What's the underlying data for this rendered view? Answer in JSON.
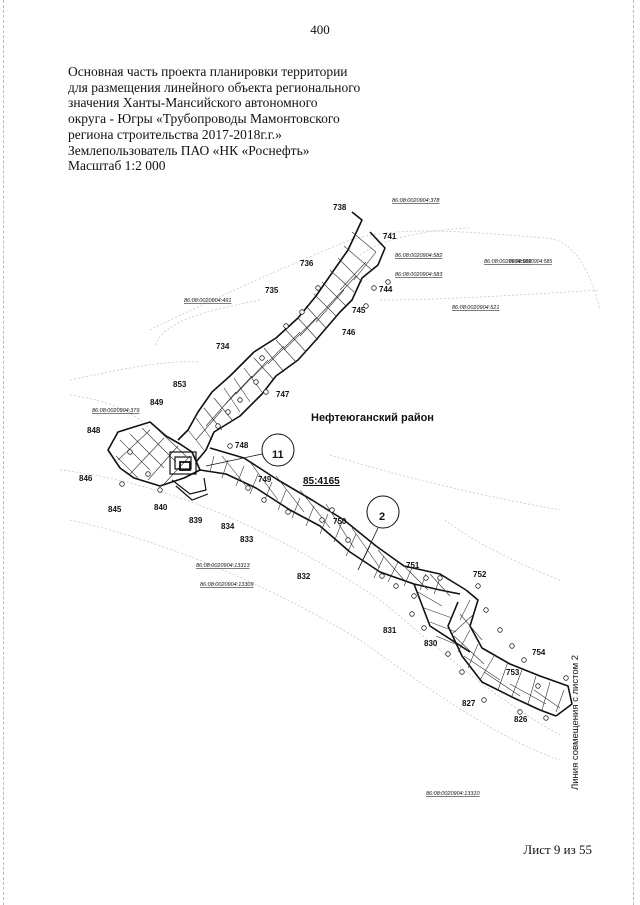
{
  "page_number": "400",
  "title_lines": [
    "Основная часть проекта планировки территории",
    "для размещения линейного объекта регионального",
    "значения Ханты-Мансийского автономного",
    "округа - Югры «Трубопроводы Мамонтовского",
    "региона строительства 2017-2018г.г.»",
    "Землепользователь ПАО «НК «Роснефть»",
    "Масштаб 1:2 000"
  ],
  "district_label": "Нефтеюганский район",
  "quarter_label": "85:4165",
  "ref_markers": [
    "11",
    "2"
  ],
  "side_note": "Линия совмещения с листом 2",
  "sheet_footer": "Лист 9 из 55",
  "point_labels": [
    "738",
    "741",
    "736",
    "744",
    "735",
    "745",
    "746",
    "734",
    "853",
    "747",
    "849",
    "848",
    "748",
    "749",
    "846",
    "845",
    "840",
    "839",
    "834",
    "833",
    "750",
    "832",
    "751",
    "752",
    "831",
    "830",
    "754",
    "753",
    "827",
    "826"
  ],
  "cadastral_labels": [
    "86:08:0020904:378",
    "86:08:0020904:586",
    "86:08:0020904:582",
    "86:08:0020904:585",
    "86:08:0020904:583",
    "86:08:0020904:491",
    "86:08:0020904:521",
    "86:08:0020904:379",
    "86:08:0020904:13313",
    "86:08:0020904:13309",
    "86:08:0020904:13310"
  ]
}
